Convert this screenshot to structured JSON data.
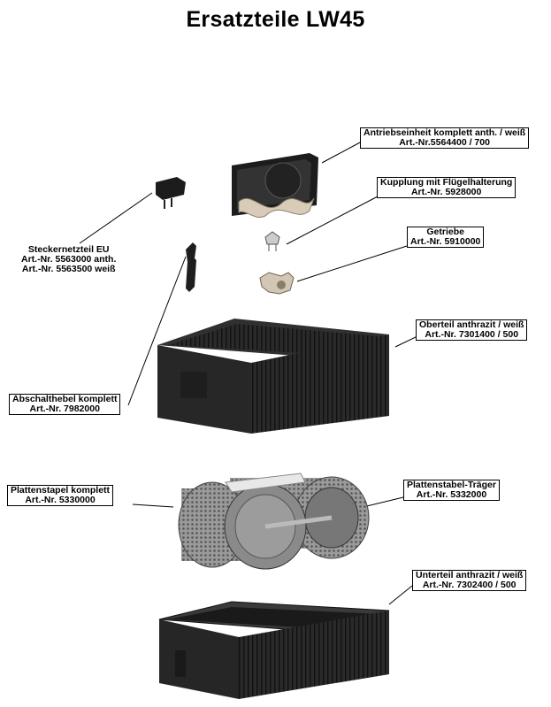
{
  "title": "Ersatzteile LW45",
  "parts": {
    "antrieb": {
      "name": "Antriebseinheit komplett anth. / weiß",
      "art": "Art.-Nr.5564400 / 700"
    },
    "kupplung": {
      "name": "Kupplung mit Flügelhalterung",
      "art": "Art.-Nr. 5928000"
    },
    "getriebe": {
      "name": "Getriebe",
      "art": "Art.-Nr. 5910000"
    },
    "netzteil": {
      "name": "Steckernetzteil EU",
      "art1": "Art.-Nr. 5563000 anth.",
      "art2": "Art.-Nr. 5563500 weiß"
    },
    "oberteil": {
      "name": "Oberteil anthrazit / weiß",
      "art": "Art.-Nr. 7301400 / 500"
    },
    "abschalthebel": {
      "name": "Abschalthebel komplett",
      "art": "Art.-Nr. 7982000"
    },
    "plattenstapel": {
      "name": "Plattenstapel komplett",
      "art": "Art.-Nr. 5330000"
    },
    "traeger": {
      "name": "Plattenstabel-Träger",
      "art": "Art.-Nr. 5332000"
    },
    "unterteil": {
      "name": "Unterteil anthrazit / weiß",
      "art": "Art.-Nr. 7302400 / 500"
    }
  }
}
